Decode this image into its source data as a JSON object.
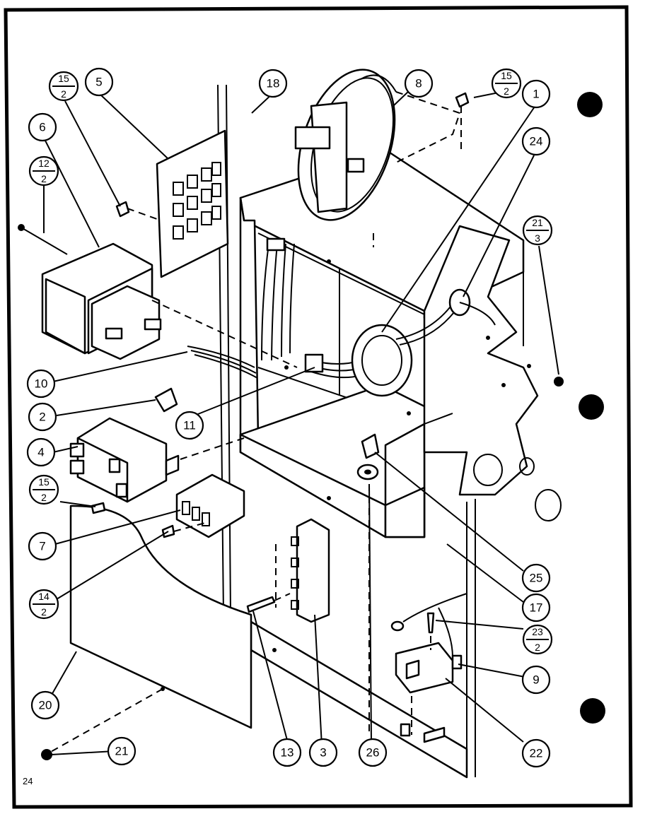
{
  "page": {
    "number": "24"
  },
  "callouts": [
    {
      "id": "c1",
      "label": "1"
    },
    {
      "id": "c2",
      "label": "2"
    },
    {
      "id": "c3",
      "label": "3"
    },
    {
      "id": "c4",
      "label": "4"
    },
    {
      "id": "c5",
      "label": "5"
    },
    {
      "id": "c6",
      "label": "6"
    },
    {
      "id": "c7",
      "label": "7"
    },
    {
      "id": "c8",
      "label": "8"
    },
    {
      "id": "c9",
      "label": "9"
    },
    {
      "id": "c10",
      "label": "10"
    },
    {
      "id": "c11",
      "label": "11"
    },
    {
      "id": "c13",
      "label": "13"
    },
    {
      "id": "c17",
      "label": "17"
    },
    {
      "id": "c18",
      "label": "18"
    },
    {
      "id": "c20",
      "label": "20"
    },
    {
      "id": "c21",
      "label": "21"
    },
    {
      "id": "c22",
      "label": "22"
    },
    {
      "id": "c24",
      "label": "24"
    },
    {
      "id": "c25",
      "label": "25"
    },
    {
      "id": "c26",
      "label": "26"
    }
  ],
  "fraction_callouts": [
    {
      "id": "f15a",
      "top": "15",
      "bottom": "2"
    },
    {
      "id": "f15b",
      "top": "15",
      "bottom": "2"
    },
    {
      "id": "f12",
      "top": "12",
      "bottom": "2"
    },
    {
      "id": "f21",
      "top": "21",
      "bottom": "3"
    },
    {
      "id": "f15c",
      "top": "15",
      "bottom": "2"
    },
    {
      "id": "f14",
      "top": "14",
      "bottom": "2"
    },
    {
      "id": "f23",
      "top": "23",
      "bottom": "2"
    }
  ]
}
